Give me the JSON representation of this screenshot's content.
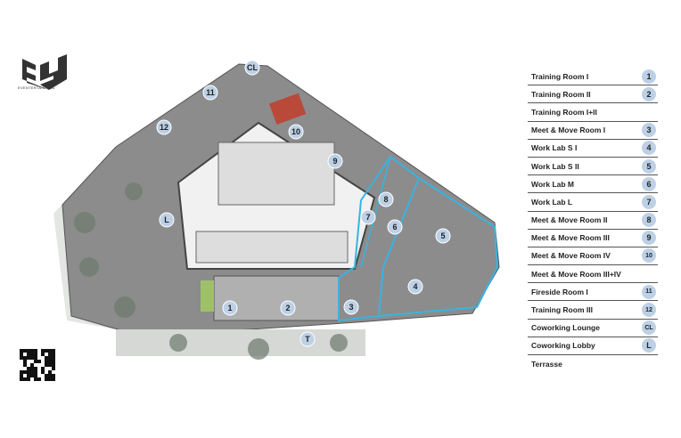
{
  "brand": {
    "name": "EVENTERTAIN YOU"
  },
  "colors": {
    "accent": "#3ab3e0",
    "badge": "#bcd0e6",
    "floor": "#8c8c8c"
  },
  "legend": [
    {
      "label": "Training Room I",
      "badge": "1"
    },
    {
      "label": "Training Room II",
      "badge": "2"
    },
    {
      "label": "Training Room I+II",
      "badge": null
    },
    {
      "label": "Meet & Move Room I",
      "badge": "3"
    },
    {
      "label": "Work Lab S I",
      "badge": "4"
    },
    {
      "label": "Work Lab S II",
      "badge": "5"
    },
    {
      "label": "Work Lab M",
      "badge": "6"
    },
    {
      "label": "Work Lab L",
      "badge": "7"
    },
    {
      "label": "Meet & Move Room II",
      "badge": "8"
    },
    {
      "label": "Meet & Move Room III",
      "badge": "9"
    },
    {
      "label": "Meet & Move Room IV",
      "badge": "10"
    },
    {
      "label": "Meet & Move Room III+IV",
      "badge": null
    },
    {
      "label": "Fireside Room I",
      "badge": "11"
    },
    {
      "label": "Training Room III",
      "badge": "12"
    },
    {
      "label": "Coworking Lounge",
      "badge": "CL"
    },
    {
      "label": "Coworking Lobby",
      "badge": "L"
    },
    {
      "label": "Terrasse",
      "badge": null
    }
  ],
  "markers": [
    {
      "id": "CL"
    },
    {
      "id": "11"
    },
    {
      "id": "12"
    },
    {
      "id": "10"
    },
    {
      "id": "9"
    },
    {
      "id": "8"
    },
    {
      "id": "L"
    },
    {
      "id": "7"
    },
    {
      "id": "6"
    },
    {
      "id": "5"
    },
    {
      "id": "4"
    },
    {
      "id": "1"
    },
    {
      "id": "2"
    },
    {
      "id": "3"
    },
    {
      "id": "T"
    }
  ]
}
